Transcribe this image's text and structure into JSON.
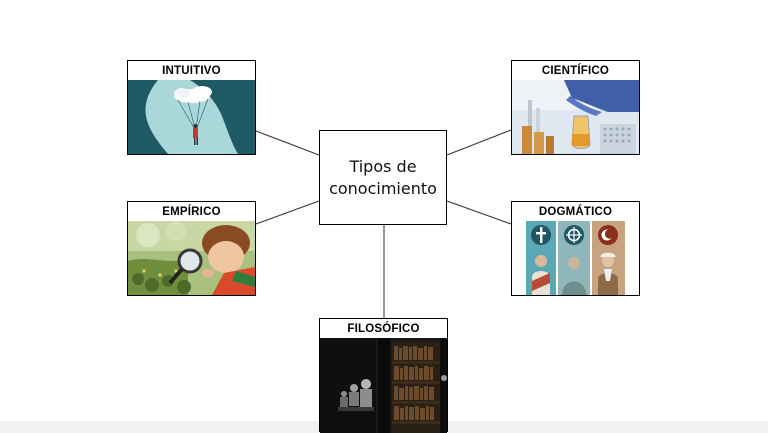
{
  "center": {
    "line1": "Tipos de",
    "line2": "conocimiento"
  },
  "nodes": {
    "intuitivo": {
      "title": "INTUITIVO"
    },
    "cientifico": {
      "title": "CIENTÍFICO"
    },
    "empirico": {
      "title": "EMPÍRICO"
    },
    "dogmatico": {
      "title": "DOGMÁTICO"
    },
    "filosofico": {
      "title": "FILOSÓFICO"
    }
  }
}
